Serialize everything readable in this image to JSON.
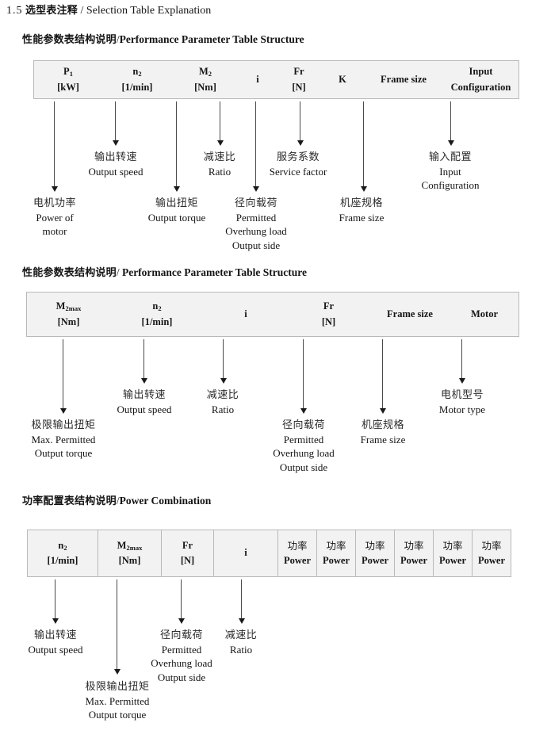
{
  "document": {
    "number": "1.5",
    "title_cn": "选型表注释",
    "separator": "/",
    "title_en": "Selection Table Explanation"
  },
  "sections": [
    {
      "heading": {
        "cn": "性能参数表结构说明",
        "sep": "/",
        "en": "Performance Parameter Table Structure"
      },
      "table": {
        "columns": [
          {
            "symbol": "P",
            "sub": "1",
            "unit": "[kW]"
          },
          {
            "symbol": "n",
            "sub": "2",
            "unit": "[1/min]"
          },
          {
            "symbol": "M",
            "sub": "2",
            "unit": "[Nm]"
          },
          {
            "symbol": "i",
            "sub": "",
            "unit": ""
          },
          {
            "symbol": "Fr",
            "sub": "",
            "unit": "[N]"
          },
          {
            "symbol": "K",
            "sub": "",
            "unit": ""
          },
          {
            "symbol": "Frame size",
            "sub": "",
            "unit": ""
          },
          {
            "symbol": "Input",
            "sub": "",
            "unit": "Configuration"
          }
        ]
      },
      "annotations": [
        {
          "cn": "电机功率",
          "en": [
            "Power of",
            "motor"
          ]
        },
        {
          "cn": "输出转速",
          "en": [
            "Output speed"
          ]
        },
        {
          "cn": "输出扭矩",
          "en": [
            "Output torque"
          ]
        },
        {
          "cn": "减速比",
          "en": [
            "Ratio"
          ]
        },
        {
          "cn": "径向载荷",
          "en": [
            "Permitted",
            "Overhung load",
            "Output side"
          ]
        },
        {
          "cn": "服务系数",
          "en": [
            "Service factor"
          ]
        },
        {
          "cn": "机座规格",
          "en": [
            "Frame size"
          ]
        },
        {
          "cn": "输入配置",
          "en": [
            "Input",
            "Configuration"
          ]
        }
      ]
    },
    {
      "heading": {
        "cn": "性能参数表结构说明",
        "sep": "/",
        "en": "Performance Parameter Table Structure"
      },
      "table": {
        "columns": [
          {
            "symbol": "M",
            "sub": "2max",
            "unit": "[Nm]"
          },
          {
            "symbol": "n",
            "sub": "2",
            "unit": "[1/min]"
          },
          {
            "symbol": "i",
            "sub": "",
            "unit": ""
          },
          {
            "symbol": "Fr",
            "sub": "",
            "unit": "[N]"
          },
          {
            "symbol": "Frame size",
            "sub": "",
            "unit": ""
          },
          {
            "symbol": "Motor",
            "sub": "",
            "unit": ""
          }
        ]
      },
      "annotations": [
        {
          "cn": "极限输出扭矩",
          "en": [
            "Max. Permitted",
            "Output  torque"
          ]
        },
        {
          "cn": "输出转速",
          "en": [
            "Output speed"
          ]
        },
        {
          "cn": "减速比",
          "en": [
            "Ratio"
          ]
        },
        {
          "cn": "径向载荷",
          "en": [
            "Permitted",
            "Overhung load",
            "Output side"
          ]
        },
        {
          "cn": "机座规格",
          "en": [
            "Frame size"
          ]
        },
        {
          "cn": "电机型号",
          "en": [
            "Motor type"
          ]
        }
      ]
    },
    {
      "heading": {
        "cn": "功率配置表结构说明",
        "sep": "/",
        "en": "Power Combination"
      },
      "table": {
        "columns": [
          {
            "symbol": "n",
            "sub": "2",
            "unit": "[1/min]"
          },
          {
            "symbol": "M",
            "sub": "2max",
            "unit": "[Nm]"
          },
          {
            "symbol": "Fr",
            "sub": "",
            "unit": "[N]"
          },
          {
            "symbol": "i",
            "sub": "",
            "unit": ""
          },
          {
            "symbol_cn": "功率",
            "unit": "Power"
          },
          {
            "symbol_cn": "功率",
            "unit": "Power"
          },
          {
            "symbol_cn": "功率",
            "unit": "Power"
          },
          {
            "symbol_cn": "功率",
            "unit": "Power"
          },
          {
            "symbol_cn": "功率",
            "unit": "Power"
          },
          {
            "symbol_cn": "功率",
            "unit": "Power"
          }
        ]
      },
      "annotations": [
        {
          "cn": "输出转速",
          "en": [
            "Output speed"
          ]
        },
        {
          "cn": "极限输出扭矩",
          "en": [
            "Max. Permitted",
            "Output  torque"
          ]
        },
        {
          "cn": "径向载荷",
          "en": [
            "Permitted",
            "Overhung load",
            "Output side"
          ]
        },
        {
          "cn": "减速比",
          "en": [
            "Ratio"
          ]
        }
      ]
    }
  ],
  "colors": {
    "table_fill": "#f2f2f2",
    "table_border": "#b9b9b9",
    "text": "#1a1a1a",
    "arrow": "#1a1a1a"
  }
}
